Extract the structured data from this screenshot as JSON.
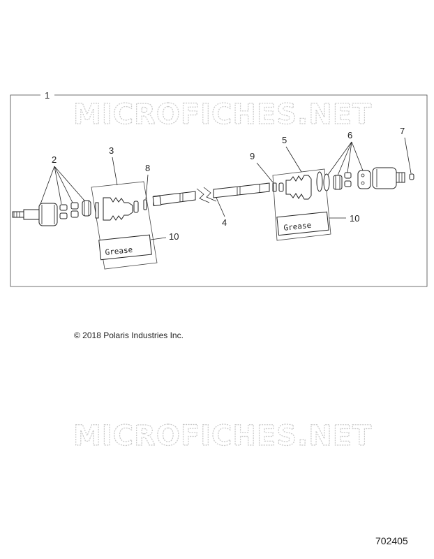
{
  "watermark": "MICROFICHES.NET",
  "callouts": {
    "assembly": "1",
    "inner_joint_parts": "2",
    "boot_kit_inner": "3",
    "shaft": "4",
    "boot_kit_outer": "5",
    "outer_joint_parts": "6",
    "retaining_ring": "7",
    "clamp_inner": "8",
    "clamp_outer": "9",
    "grease_inner": "10",
    "grease_outer": "10"
  },
  "grease_label": "Grease",
  "copyright": "© 2018 Polaris Industries Inc.",
  "document_number": "702405"
}
